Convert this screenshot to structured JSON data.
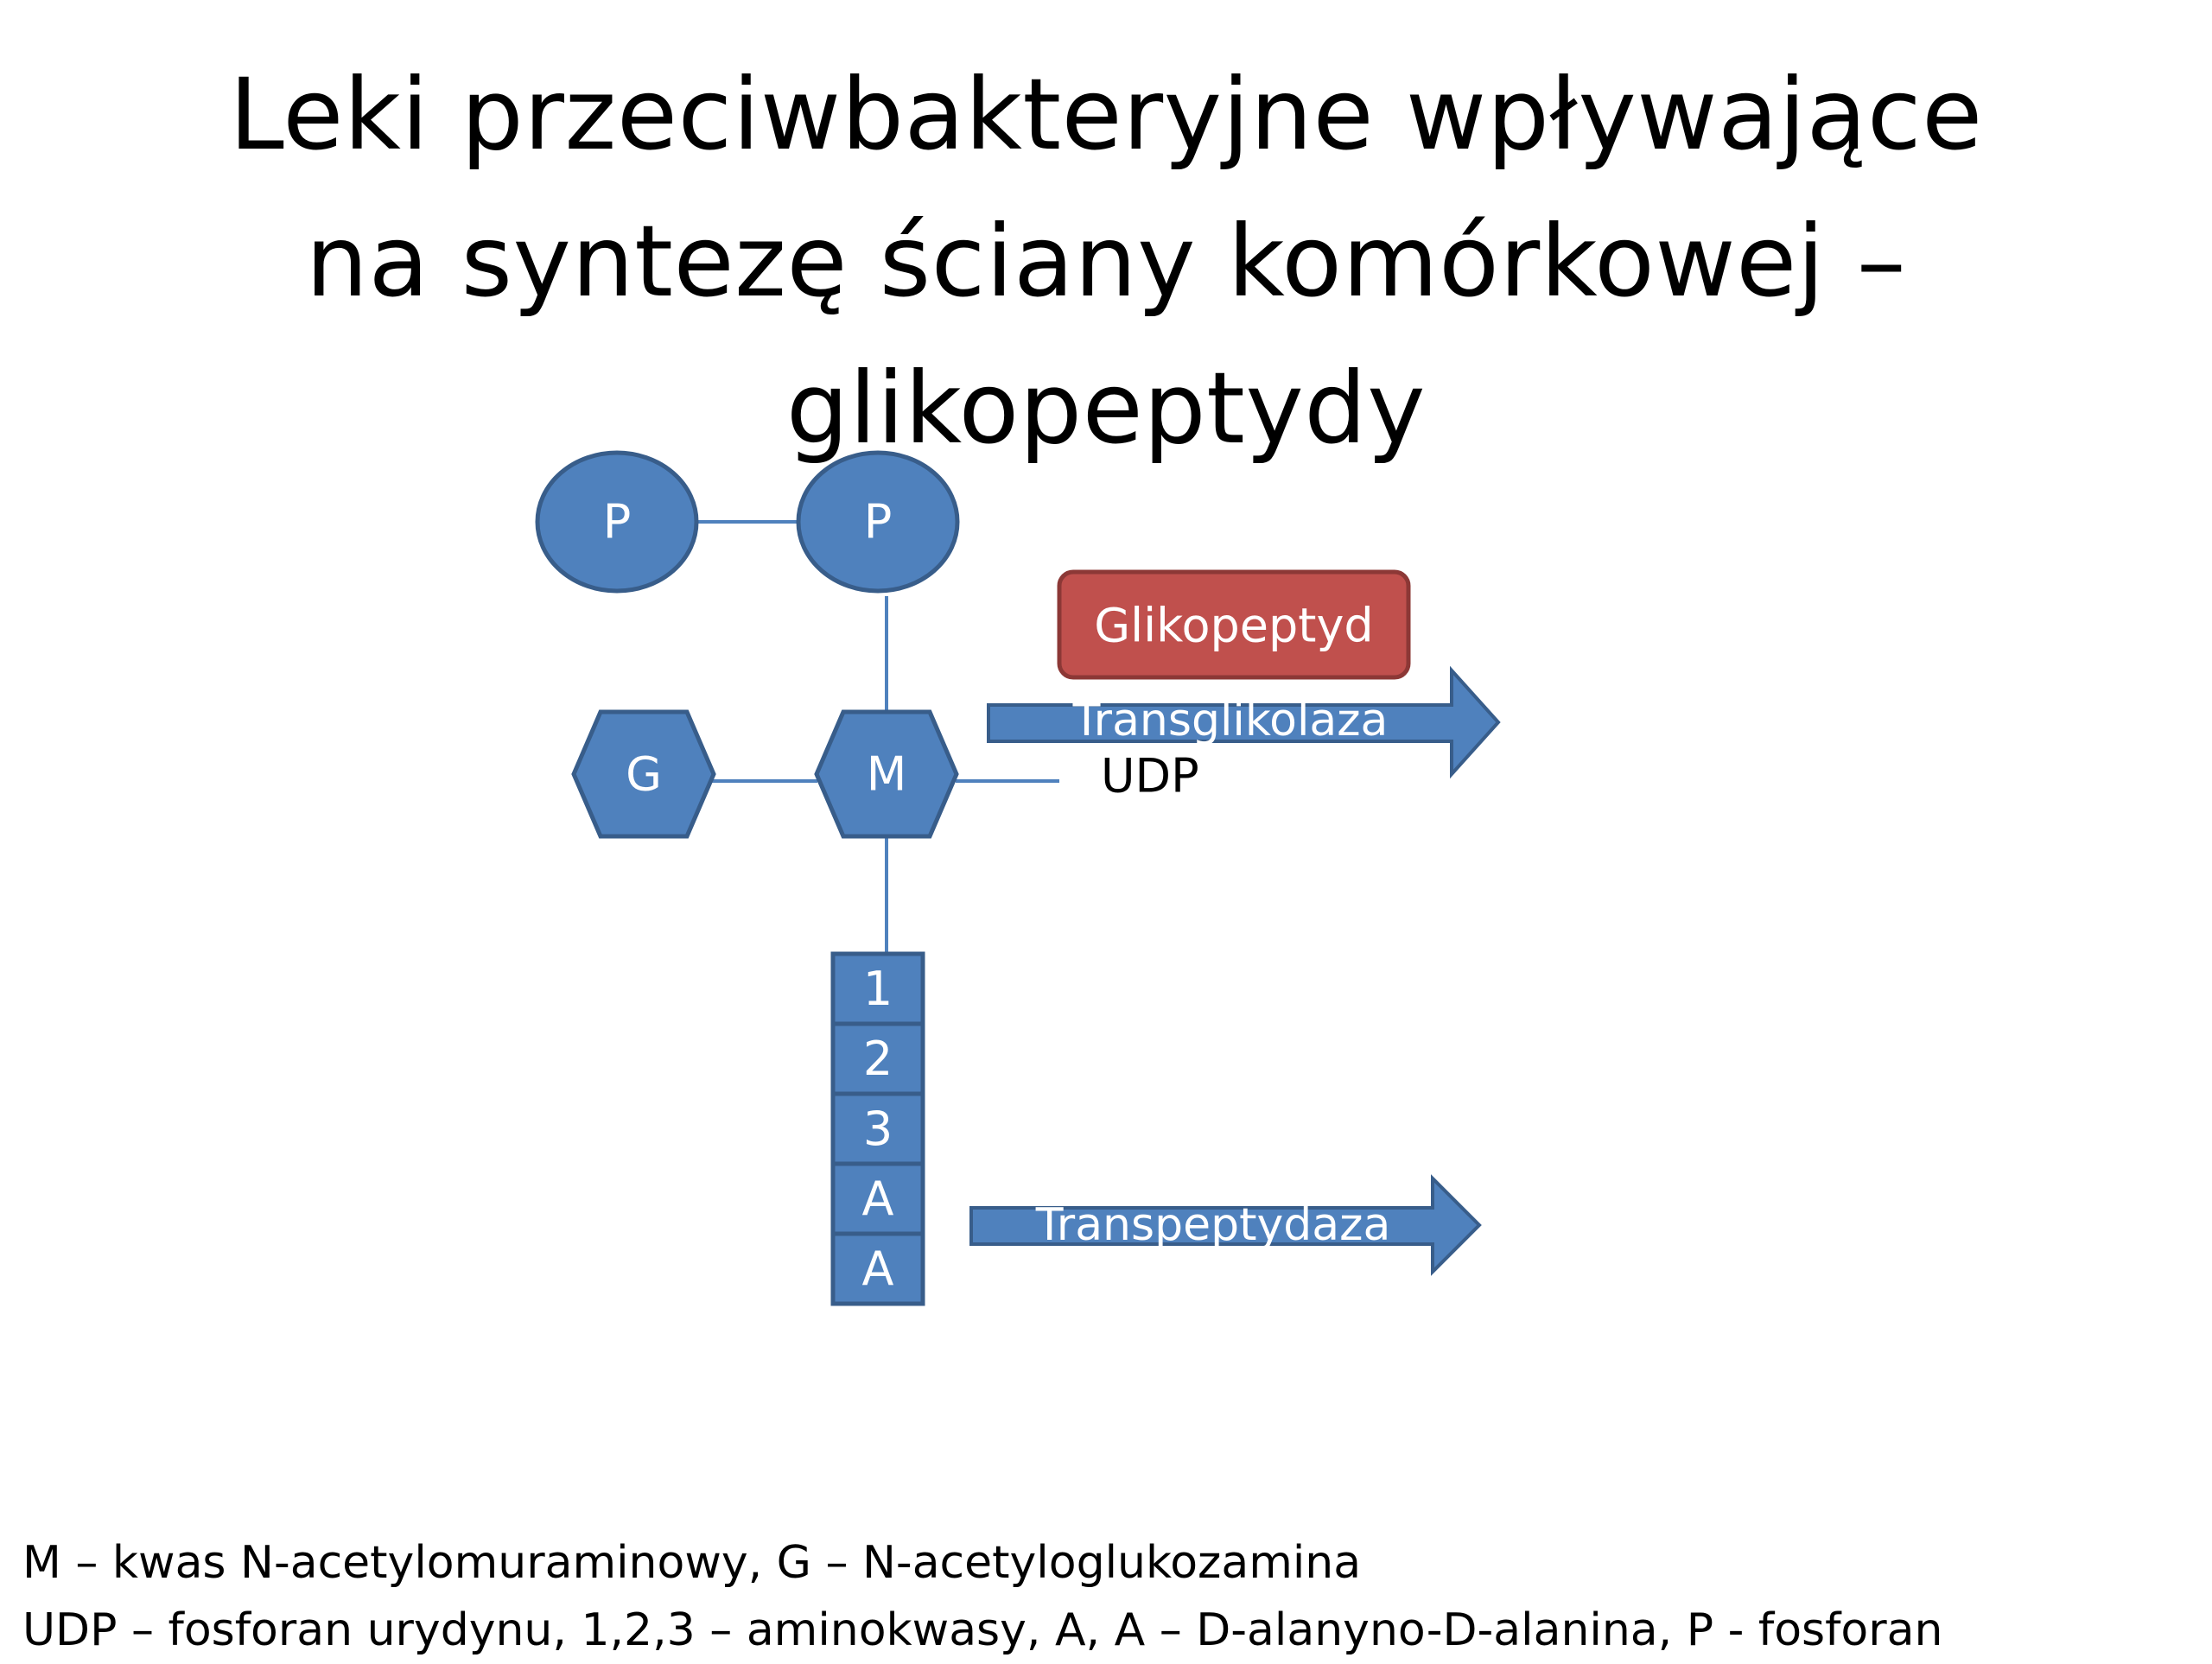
{
  "slide": {
    "title_lines": [
      "Leki przeciwbakteryjne wpływające",
      "na syntezę ściany komórkowej –",
      "glikopeptydy"
    ],
    "diagram": {
      "phosphate_left_label": "P",
      "phosphate_right_label": "P",
      "glucosamine_label": "G",
      "muramic_label": "M",
      "udp_label": "UDP",
      "glycopeptide_label": "Glikopeptyd",
      "transglycosylase_label": "Transglikolaza",
      "transpeptidase_label": "Transpeptydaza",
      "peptide_chain": [
        "1",
        "2",
        "3",
        "A",
        "A"
      ]
    },
    "legend_lines": [
      "M – kwas N-acetylomuraminowy, G – N-acetyloglukozamina",
      "UDP – fosforan urydynu, 1,2,3 – aminokwasy, A, A – D-alanyno-D-alanina, P - fosforan"
    ],
    "colors": {
      "shape_fill": "#4F81BD",
      "shape_stroke": "#385D8A",
      "connector": "#4F81BD",
      "glycopeptide_fill": "#C0504D",
      "glycopeptide_stroke": "#8C3836",
      "shape_text": "#FFFFFF",
      "plain_text": "#000000"
    }
  }
}
